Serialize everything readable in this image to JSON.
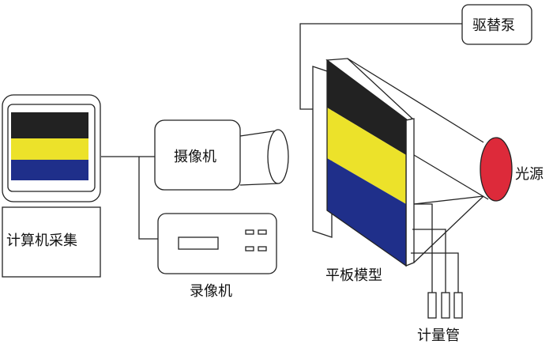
{
  "labels": {
    "computer": "计算机采集",
    "camera": "摄像机",
    "recorder": "录像机",
    "pump": "驱替泵",
    "light_source": "光源",
    "plate_model": "平板模型",
    "metering_tube": "计量管"
  },
  "colors": {
    "band_black": "#222222",
    "band_yellow": "#ece22a",
    "band_blue": "#1f2f8a",
    "light_red": "#dd2a3a",
    "line": "#222222"
  },
  "icons": {
    "monitor": "monitor-icon",
    "camera": "video-camera-icon",
    "recorder": "video-recorder-icon",
    "light": "light-source-icon",
    "tubes": "metering-tube-icon"
  }
}
